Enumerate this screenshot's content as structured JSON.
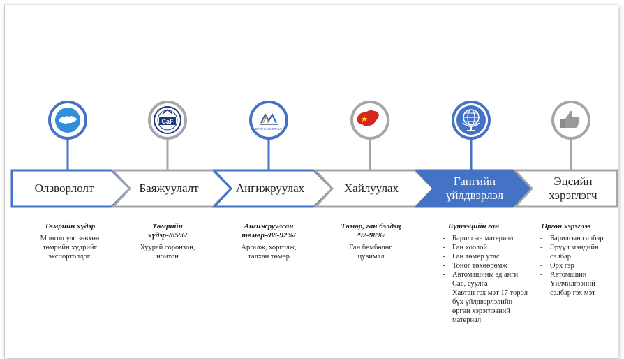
{
  "stages": [
    {
      "label": "Олзворлолт",
      "icon": "mongolia-map-icon"
    },
    {
      "label": "Баяжуулалт",
      "icon": "caf-logo-icon"
    },
    {
      "label": "Ангижруулах",
      "icon": "darhan-metals-logo-icon",
      "logo_text": "DARHAN METALS"
    },
    {
      "label": "Хайлуулах",
      "icon": "china-flag-icon"
    },
    {
      "label": "Гангийн үйлдвэрлэл",
      "icon": "globe-icon"
    },
    {
      "label": "Эцсийн хэрэглэгч",
      "icon": "thumbs-up-icon"
    }
  ],
  "descriptions": [
    {
      "title": "Төмрийн хүдэр",
      "text": "Монгол улс зөвхөн төмрийн хүдрийг экспортолдог."
    },
    {
      "title": "Төмрийн хүдэр-/65%/",
      "text": "Хуурай соронзон, нойтон"
    },
    {
      "title": "Ангижруулсан төмөр-/88-92%/",
      "text": "Аргалж, хорголж, талхан төмөр"
    },
    {
      "title": "Төмөр, ган бэлдэц /92-98%/",
      "text": "Ган бөмбөлөг, цувимал"
    },
    {
      "title": "Бүтээцийн ган",
      "items": [
        "Барилгын материал",
        "Ган хоолой",
        "Ган төмөр утас",
        "Тоног төхөөрөмж",
        "Автомашины эд анги",
        "Сав, суулга",
        "Хавтан гэх мэт 17 төрөл бүх үйлдвэрлэлийн өргөн хэрэглээний материал"
      ]
    },
    {
      "title": "Өргөн хэрэглээ",
      "items": [
        "Барилгын салбар",
        "Эрүүл мэндийн салбар",
        "Өрх гэр",
        "Автомашин",
        "Үйлчилгээний салбар гэх мэт"
      ]
    }
  ],
  "colors": {
    "blue": "#4472c4",
    "grey": "#a6a6a6",
    "active_fill": "#4472c4",
    "chevron_fill": "#ffffff"
  }
}
